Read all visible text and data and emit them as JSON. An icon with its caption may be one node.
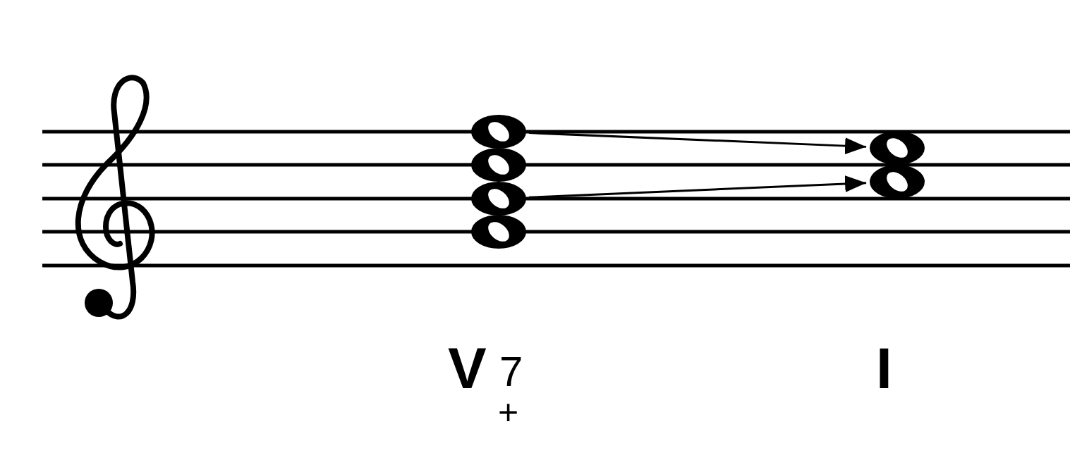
{
  "diagram": {
    "nodes": [
      {
        "text": [],
        "shape": "circle"
      },
      {
        "text": [],
        "shape": "circle"
      },
      {
        "text": [],
        "shape": "circle"
      },
      {
        "text": [],
        "shape": "circle"
      },
      {
        "text": [],
        "shape": "circle"
      },
      {
        "text": [],
        "shape": "circle"
      }
    ],
    "edges": [
      {
        "from": 0,
        "to": 4,
        "arrow": "to"
      },
      {
        "from": 2,
        "to": 5,
        "arrow": "to"
      }
    ],
    "labels": [
      "V",
      "7",
      "+",
      "I"
    ]
  }
}
